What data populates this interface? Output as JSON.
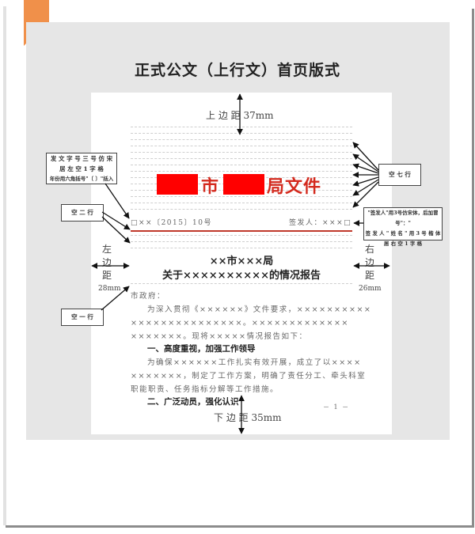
{
  "title": "正式公文（上行文）首页版式",
  "margins": {
    "top": "上 边 距 37mm",
    "bottom": "下 边 距 35mm",
    "left": [
      "左",
      "边",
      "距",
      "28mm"
    ],
    "right": [
      "右",
      "边",
      "距",
      "26mm"
    ]
  },
  "header": {
    "issuer_mid": "市",
    "issuer_suffix": "局文件",
    "doc_number": "□××〔2015〕10号",
    "signer": "签发人：×××□"
  },
  "document": {
    "org_line": "××市×××局",
    "subject": "关于××××××××××的情况报告",
    "recipient": "市政府：",
    "para1_l1": "为深入贯彻《××××××》文件要求，××××××××××",
    "para1_l2": "×××××××××××××××。×××××××××××××",
    "para1_l3": "×××××××。现将×××××情况报告如下：",
    "heading1": "一、高度重视，加强工作领导",
    "para2_l1": "为确保××××××工作扎实有效开展，成立了以××××",
    "para2_l2": "×××××××，制定了工作方案，明确了责任分工、牵头科室",
    "para2_l3": "职能职责、任务指标分解等工作措施。",
    "heading2": "二、广泛动员，强化认识",
    "page_number": "－ 1 －"
  },
  "callouts": {
    "doc_number_note": [
      "发 文 字 号 三 号 仿 宋",
      "居 左 空 1 字 格",
      "年份用六角括号\"〔 〕\"括入"
    ],
    "two_lines": "空 二 行",
    "one_line": "空 一 行",
    "seven_lines": "空 七 行",
    "signer_note": [
      "\"签发人\"用3号仿宋体，后加冒号\"：\"",
      "签 发 人 \" 姓 名 \" 用 3 号 楷 体",
      "居 右 空 1 字 格"
    ]
  },
  "colors": {
    "ribbon": "#f0904a",
    "red": "#ff0000",
    "header_red": "#d42a1e",
    "gray_panel": "#e6e6e6"
  }
}
